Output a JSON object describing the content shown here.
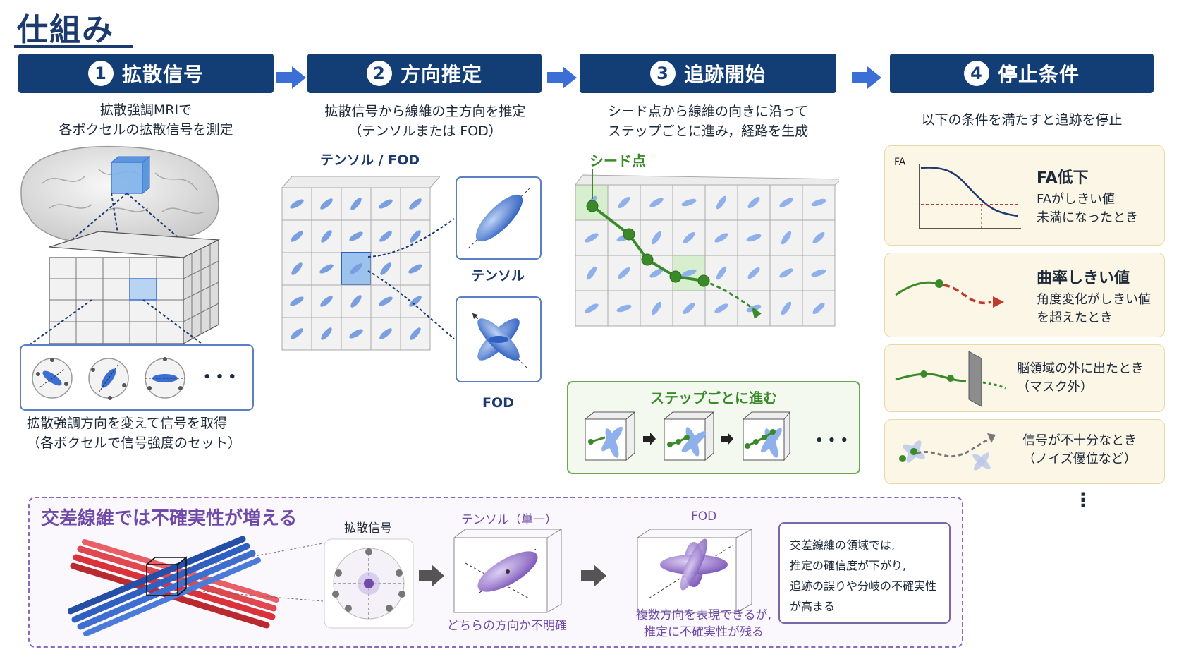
{
  "title": "仕組み",
  "steps": [
    {
      "num": "1",
      "label": "拡散信号",
      "desc1": "拡散強調MRIで",
      "desc2": "各ボクセルの拡散信号を測定"
    },
    {
      "num": "2",
      "label": "方向推定",
      "desc1": "拡散信号から線維の主方向を推定",
      "desc2": "（テンソルまたは FOD）"
    },
    {
      "num": "3",
      "label": "追跡開始",
      "desc1": "シード点から線維の向きに沿って",
      "desc2": "ステップごとに進み，経路を生成"
    },
    {
      "num": "4",
      "label": "停止条件",
      "desc1": "以下の条件を満たすと追跡を停止"
    }
  ],
  "step1": {
    "caption1": "拡散強調方向を変えて信号を取得",
    "caption2": "（各ボクセルで信号強度のセット）",
    "ellipsis": "• • •"
  },
  "step2": {
    "grid_label": "テンソル / FOD",
    "tensor_label": "テンソル",
    "fod_label": "FOD"
  },
  "step3": {
    "seed_label": "シード点",
    "step_label": "ステップごとに進む",
    "ellipsis": "• • •"
  },
  "conditions": [
    {
      "title": "FA低下",
      "text1": "FAがしきい値",
      "text2": "未満になったとき",
      "axis_label": "FA"
    },
    {
      "title": "曲率しきい値",
      "text1": "角度変化がしきい値",
      "text2": "を超えたとき"
    },
    {
      "text1": "脳領域の外に出たとき",
      "text2": "（マスク外）"
    },
    {
      "text1": "信号が不十分なとき",
      "text2": "（ノイズ優位など）"
    }
  ],
  "more": "⋮",
  "crossing": {
    "title": "交差線維では不確実性が増える",
    "signal_label": "拡散信号",
    "tensor_label": "テンソル（単一）",
    "tensor_caption": "どちらの方向か不明確",
    "fod_label": "FOD",
    "fod_caption1": "複数方向を表現できるが,",
    "fod_caption2": "推定に不確実性が残る",
    "note": [
      "交差線維の領域では,",
      "推定の確信度が下がり,",
      "追跡の誤りや分岐の不確実性",
      "が高まる"
    ]
  },
  "colors": {
    "navy": "#123e75",
    "arrow": "#3b6fd6",
    "green": "#3a8a2a",
    "red": "#c0392b",
    "purple": "#6f4aa8",
    "fiber_red": "#d9323a",
    "fiber_blue": "#2f5fc0"
  }
}
